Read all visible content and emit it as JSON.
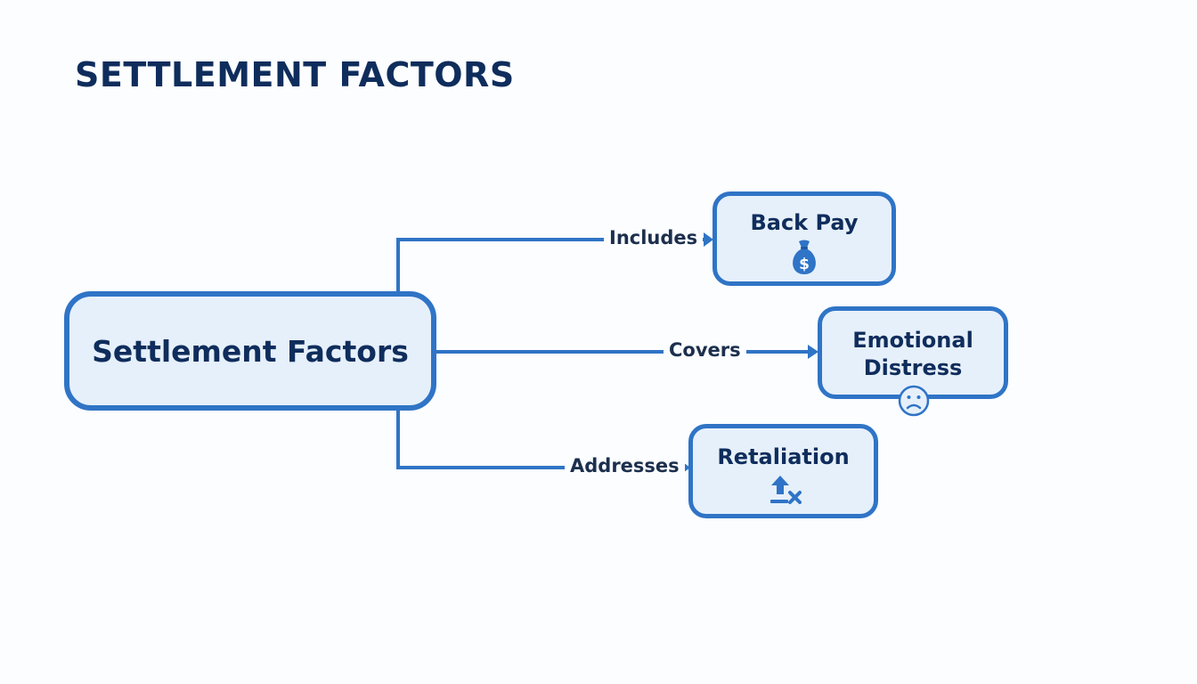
{
  "title": "SETTLEMENT FACTORS",
  "colors": {
    "accent": "#2f74c6",
    "node_fill": "#e6f0fb",
    "text_dark": "#0f2d5c"
  },
  "diagram": {
    "root": {
      "label": "Settlement Factors"
    },
    "branches": [
      {
        "relation": "Includes",
        "label": "Back Pay",
        "icon": "money-bag-icon"
      },
      {
        "relation": "Covers",
        "label": "Emotional Distress",
        "icon": "sad-face-icon"
      },
      {
        "relation": "Addresses",
        "label": "Retaliation",
        "icon": "retaliation-icon"
      }
    ]
  }
}
